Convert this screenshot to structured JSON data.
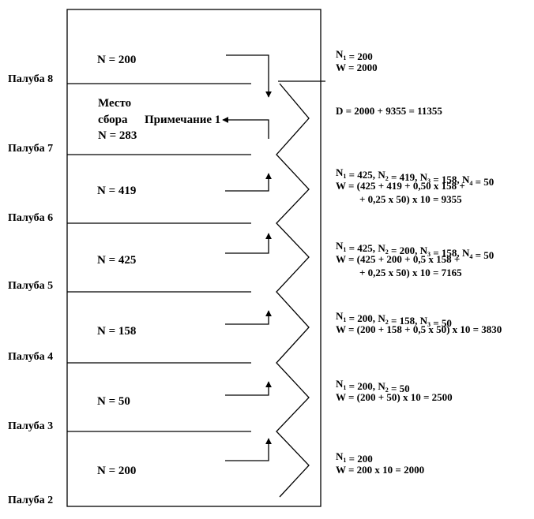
{
  "decks": [
    "Палуба 8",
    "Палуба 7",
    "Палуба 6",
    "Палуба 5",
    "Палуба 4",
    "Палуба 3",
    "Палуба 2"
  ],
  "zones": [
    {
      "n_label": "N = 200",
      "direction": "down"
    },
    {
      "n_label": "N = 283",
      "direction": "left",
      "assembly_label": [
        "Место",
        "сбора"
      ],
      "note_label": "Примечание 1"
    },
    {
      "n_label": "N = 419",
      "direction": "up"
    },
    {
      "n_label": "N = 425",
      "direction": "up"
    },
    {
      "n_label": "N = 158",
      "direction": "up"
    },
    {
      "n_label": "N = 50",
      "direction": "up"
    },
    {
      "n_label": "N = 200",
      "direction": "up"
    }
  ],
  "calculations": [
    {
      "lines": [
        [
          [
            "N",
            "1"
          ],
          [
            " = 200"
          ]
        ],
        [
          [
            "W = 2000"
          ]
        ]
      ]
    },
    {
      "lines": [
        [
          [
            "D = 2000 + 9355 = 11355"
          ]
        ]
      ]
    },
    {
      "lines": [
        [
          [
            "N",
            "1"
          ],
          [
            " = 425, "
          ],
          [
            "N",
            "2"
          ],
          [
            " = 419, "
          ],
          [
            "N",
            "3"
          ],
          [
            " = 158, "
          ],
          [
            "N",
            "4"
          ],
          [
            " = 50"
          ]
        ],
        [
          [
            "W = (425 + 419 + 0,50 x 158 +"
          ]
        ],
        [
          [
            "+ 0,25 x 50) x 10 = 9355"
          ]
        ]
      ]
    },
    {
      "lines": [
        [
          [
            "N",
            "1"
          ],
          [
            " = 425, "
          ],
          [
            "N",
            "2"
          ],
          [
            " = 200, "
          ],
          [
            "N",
            "3"
          ],
          [
            " = 158, "
          ],
          [
            "N",
            "4"
          ],
          [
            " = 50"
          ]
        ],
        [
          [
            "W = (425 + 200 + 0,5 x 158 +"
          ]
        ],
        [
          [
            "+ 0,25 x 50) x 10 = 7165"
          ]
        ]
      ]
    },
    {
      "lines": [
        [
          [
            "N",
            "1"
          ],
          [
            " = 200, "
          ],
          [
            "N",
            "2"
          ],
          [
            " = 158, "
          ],
          [
            "N",
            "3"
          ],
          [
            " = 50"
          ]
        ],
        [
          [
            "W = (200 + 158 + 0,5 x 50) x 10 = 3830"
          ]
        ]
      ]
    },
    {
      "lines": [
        [
          [
            "N",
            "1"
          ],
          [
            " = 200, "
          ],
          [
            "N",
            "2"
          ],
          [
            " = 50"
          ]
        ],
        [
          [
            "W = (200 + 50) x 10 = 2500"
          ]
        ]
      ]
    },
    {
      "lines": [
        [
          [
            "N",
            "1"
          ],
          [
            " = 200"
          ]
        ],
        [
          [
            "W = 200 x 10 = 2000"
          ]
        ]
      ]
    }
  ]
}
